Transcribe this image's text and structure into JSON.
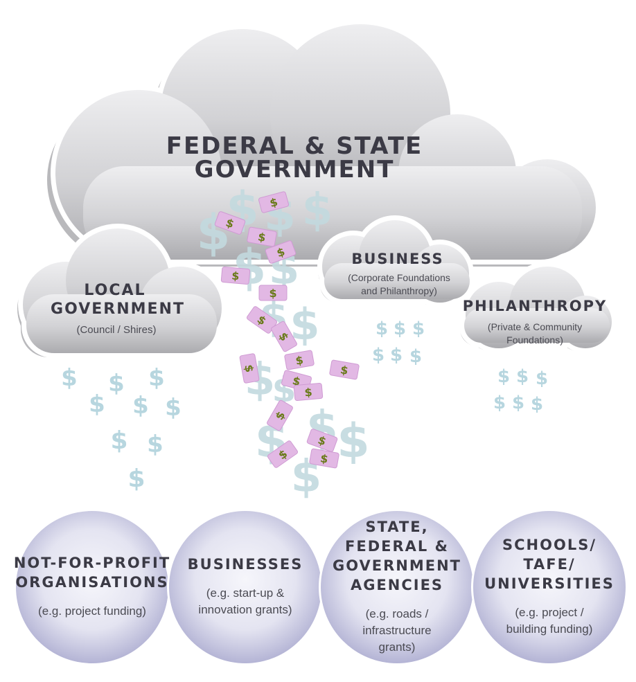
{
  "clouds": {
    "federal": {
      "title_line1": "FEDERAL & STATE",
      "title_line2": "GOVERNMENT"
    },
    "local": {
      "title_line1": "LOCAL",
      "title_line2": "GOVERNMENT",
      "subtitle": "(Council / Shires)"
    },
    "business": {
      "title": "BUSINESS",
      "subtitle_line1": "(Corporate Foundations",
      "subtitle_line2": "and Philanthropy)"
    },
    "philanthropy": {
      "title": "PHILANTHROPY",
      "subtitle_line1": "(Private & Community",
      "subtitle_line2": "Foundations)"
    }
  },
  "recipients": [
    {
      "title_lines": [
        "NOT-FOR-PROFIT",
        "ORGANISATIONS"
      ],
      "desc_lines": [
        "(e.g. project funding)"
      ]
    },
    {
      "title_lines": [
        "BUSINESSES"
      ],
      "desc_lines": [
        "(e.g. start-up &",
        "innovation grants)"
      ]
    },
    {
      "title_lines": [
        "STATE,",
        "FEDERAL &",
        "GOVERNMENT",
        "AGENCIES"
      ],
      "desc_lines": [
        "(e.g. roads /",
        "infrastructure",
        "grants)"
      ]
    },
    {
      "title_lines": [
        "SCHOOLS/",
        "TAFE/",
        "UNIVERSITIES"
      ],
      "desc_lines": [
        "(e.g. project /",
        "building funding)"
      ]
    }
  ],
  "symbols": {
    "dollar": "$"
  },
  "colors": {
    "cloud_light": "#e8e8ea",
    "cloud_dark": "#a6a6a9",
    "cloud_shadow": "#bcbcbf",
    "circle_edge": "#b0b0d2",
    "circle_center": "#f6f6fb",
    "dollar": "#b7d6df",
    "bill": "#e2b8e4"
  }
}
